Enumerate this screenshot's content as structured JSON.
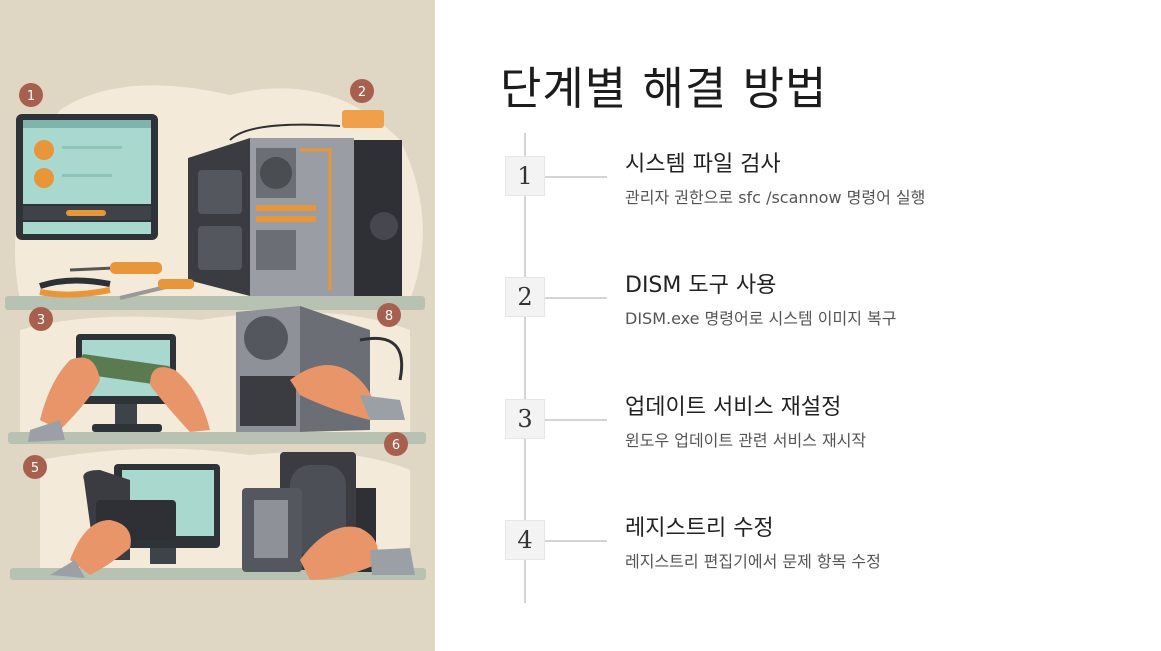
{
  "title": "단계별 해결 방법",
  "illustration": {
    "markers": [
      "1",
      "2",
      "3",
      "8",
      "6",
      "5"
    ]
  },
  "steps": [
    {
      "number": "1",
      "title": "시스템 파일 검사",
      "description": "관리자 권한으로 sfc /scannow 명령어 실행"
    },
    {
      "number": "2",
      "title": "DISM 도구 사용",
      "description": "DISM.exe 명령어로 시스템 이미지 복구"
    },
    {
      "number": "3",
      "title": "업데이트 서비스 재설정",
      "description": "윈도우 업데이트 관련 서비스 재시작"
    },
    {
      "number": "4",
      "title": "레지스트리 수정",
      "description": "레지스트리 편집기에서 문제 항목 수정"
    }
  ],
  "colors": {
    "accent": "#a8604e",
    "panel": "#e0d6c4",
    "screen": "#a9d8cf",
    "orange": "#e8963a"
  }
}
